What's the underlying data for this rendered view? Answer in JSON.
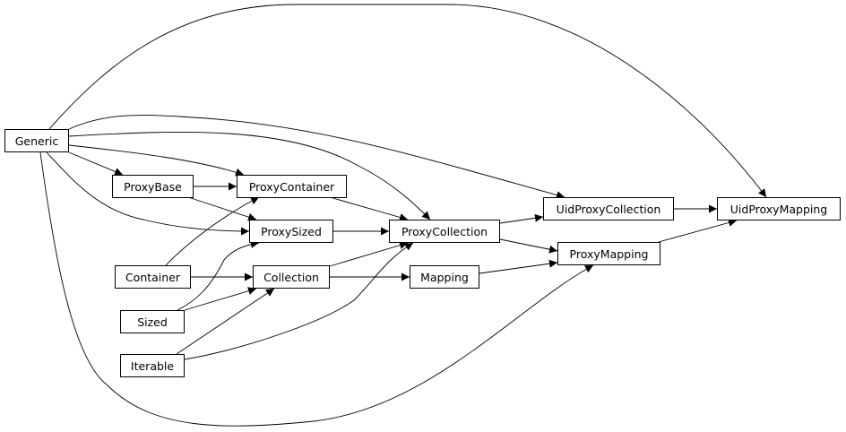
{
  "nodes": {
    "generic": "Generic",
    "proxy_base": "ProxyBase",
    "proxy_container": "ProxyContainer",
    "proxy_sized": "ProxySized",
    "container": "Container",
    "collection": "Collection",
    "sized": "Sized",
    "iterable": "Iterable",
    "proxy_collection": "ProxyCollection",
    "mapping": "Mapping",
    "uid_proxy_collection": "UidProxyCollection",
    "proxy_mapping": "ProxyMapping",
    "uid_proxy_mapping": "UidProxyMapping"
  },
  "edges": [
    [
      "Generic",
      "UidProxyMapping"
    ],
    [
      "Generic",
      "UidProxyCollection"
    ],
    [
      "Generic",
      "ProxyCollection"
    ],
    [
      "Generic",
      "ProxyContainer"
    ],
    [
      "Generic",
      "ProxyBase"
    ],
    [
      "Generic",
      "ProxySized"
    ],
    [
      "Generic",
      "ProxyMapping"
    ],
    [
      "ProxyBase",
      "ProxyContainer"
    ],
    [
      "ProxyBase",
      "ProxySized"
    ],
    [
      "Container",
      "ProxyContainer"
    ],
    [
      "Container",
      "Collection"
    ],
    [
      "Sized",
      "ProxySized"
    ],
    [
      "Sized",
      "Collection"
    ],
    [
      "Iterable",
      "Collection"
    ],
    [
      "Iterable",
      "ProxyCollection"
    ],
    [
      "ProxyContainer",
      "ProxyCollection"
    ],
    [
      "ProxySized",
      "ProxyCollection"
    ],
    [
      "Collection",
      "ProxyCollection"
    ],
    [
      "Collection",
      "Mapping"
    ],
    [
      "ProxyCollection",
      "UidProxyCollection"
    ],
    [
      "ProxyCollection",
      "ProxyMapping"
    ],
    [
      "Mapping",
      "ProxyMapping"
    ],
    [
      "UidProxyCollection",
      "UidProxyMapping"
    ],
    [
      "ProxyMapping",
      "UidProxyMapping"
    ]
  ]
}
